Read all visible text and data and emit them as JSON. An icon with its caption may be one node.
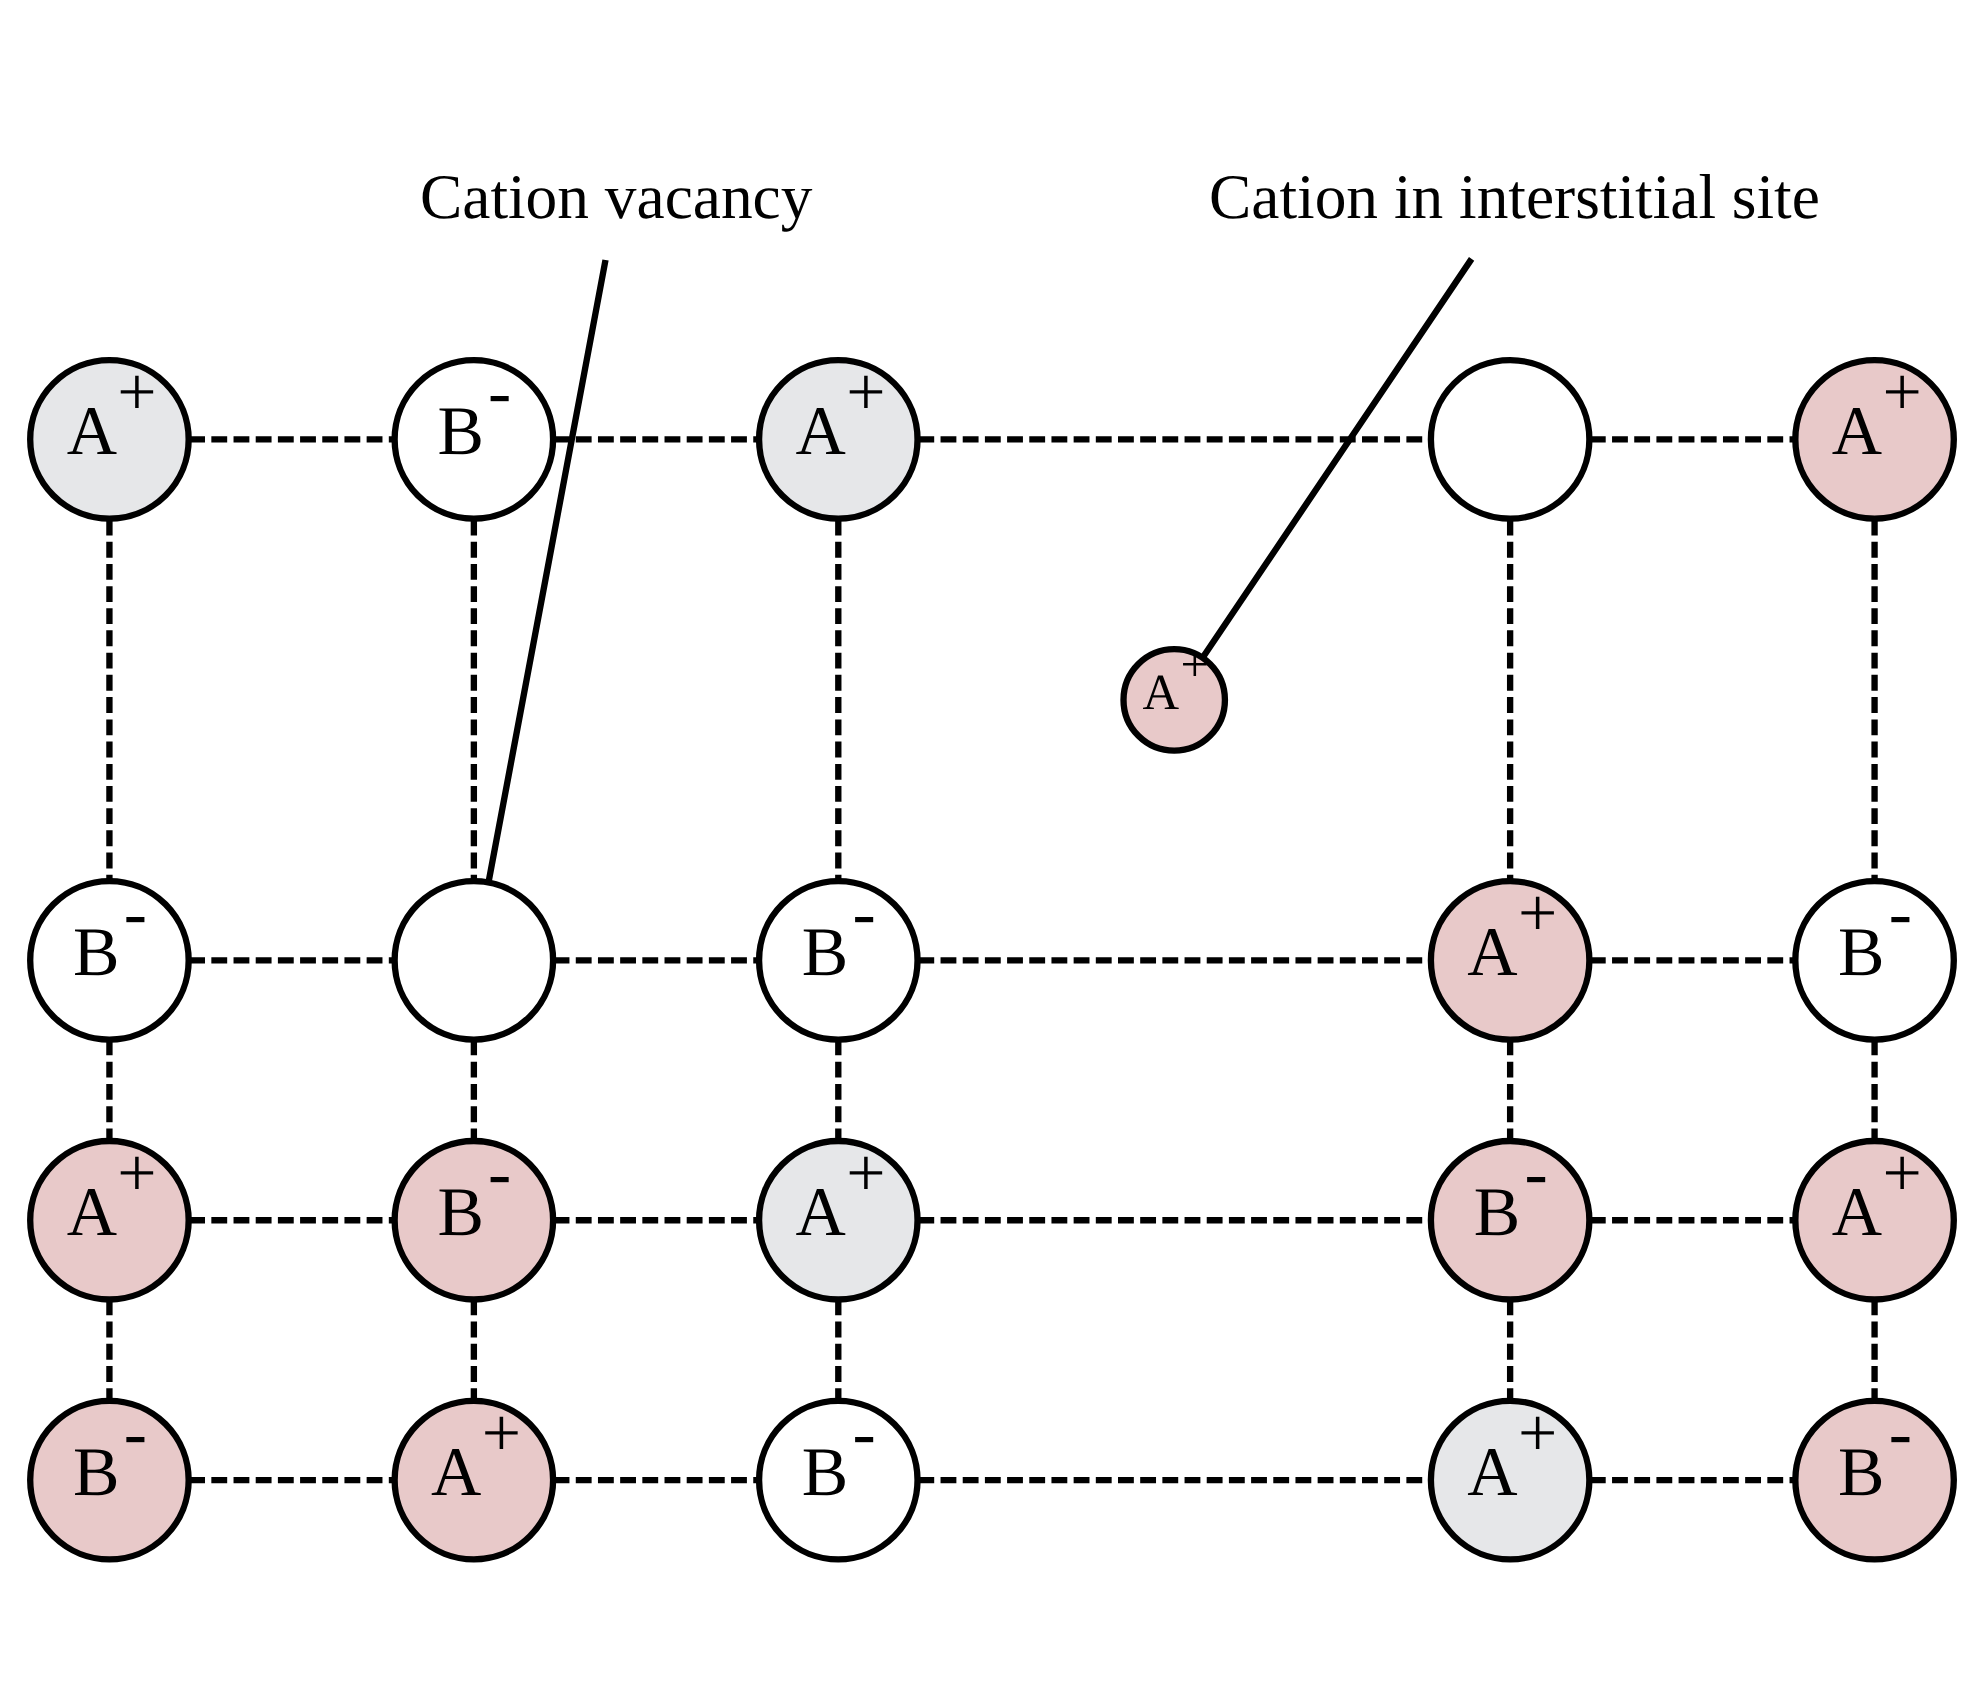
{
  "diagram": {
    "nodes": [
      {
        "text": [
          "Cation vacancy"
        ]
      },
      {
        "text": [
          "Cation in interstitial site"
        ]
      },
      {
        "text": [
          "A$^{+}$"
        ]
      },
      {
        "text": [
          "B$^{-}$"
        ]
      },
      {
        "text": [
          "A$^{+}$"
        ]
      },
      {
        "text": [],
        "shape": "circle"
      },
      {
        "text": [
          "A$^{+}$"
        ]
      },
      {
        "text": [
          "A$^{+}$"
        ]
      },
      {
        "text": [
          "B$^{-}$"
        ]
      },
      {
        "text": [],
        "shape": "circle"
      },
      {
        "text": [
          "B$^{-}$"
        ]
      },
      {
        "text": [
          "A$^{+}$"
        ]
      },
      {
        "text": [
          "B$^{-}$"
        ]
      },
      {
        "text": [
          "A$^{+}$"
        ]
      },
      {
        "text": [
          "B$^{-}$"
        ]
      },
      {
        "text": [
          "A$^{+}$"
        ]
      },
      {
        "text": [
          "B$^{-}$"
        ]
      },
      {
        "text": [
          "A$^{+}$"
        ]
      },
      {
        "text": [
          "B$^{-}$"
        ]
      },
      {
        "text": [
          "A$^{+}$"
        ]
      },
      {
        "text": [
          "B$^{-}$"
        ]
      },
      {
        "text": [
          "A$^{+}$"
        ]
      },
      {
        "text": [
          "B$^{-}$"
        ]
      }
    ],
    "edges": [
      {
        "from": 2,
        "to": 3,
        "arrow": "none",
        "style": "dashed"
      },
      {
        "from": 3,
        "to": 4,
        "arrow": "none",
        "style": "dashed"
      },
      {
        "from": 4,
        "to": 5,
        "arrow": "none",
        "style": "dashed"
      },
      {
        "from": 5,
        "to": 6,
        "arrow": "none",
        "style": "dashed"
      },
      {
        "from": 8,
        "to": 9,
        "arrow": "none",
        "style": "dashed"
      },
      {
        "from": 9,
        "to": 10,
        "arrow": "none",
        "style": "dashed"
      },
      {
        "from": 10,
        "to": 11,
        "arrow": "none",
        "style": "dashed"
      },
      {
        "from": 11,
        "to": 12,
        "arrow": "none",
        "style": "dashed"
      },
      {
        "from": 13,
        "to": 14,
        "arrow": "none",
        "style": "dashed"
      },
      {
        "from": 14,
        "to": 15,
        "arrow": "none",
        "style": "dashed"
      },
      {
        "from": 15,
        "to": 16,
        "arrow": "none",
        "style": "dashed"
      },
      {
        "from": 16,
        "to": 17,
        "arrow": "none",
        "style": "dashed"
      },
      {
        "from": 18,
        "to": 19,
        "arrow": "none",
        "style": "dashed"
      },
      {
        "from": 19,
        "to": 20,
        "arrow": "none",
        "style": "dashed"
      },
      {
        "from": 20,
        "to": 21,
        "arrow": "none",
        "style": "dashed"
      },
      {
        "from": 21,
        "to": 22,
        "arrow": "none",
        "style": "dashed"
      },
      {
        "from": 2,
        "to": 8,
        "arrow": "none",
        "style": "dashed"
      },
      {
        "from": 3,
        "to": 9,
        "arrow": "none",
        "style": "dashed"
      },
      {
        "from": 4,
        "to": 10,
        "arrow": "none",
        "style": "dashed"
      },
      {
        "from": 5,
        "to": 11,
        "arrow": "none",
        "style": "dashed"
      },
      {
        "from": 6,
        "to": 12,
        "arrow": "none",
        "style": "dashed"
      },
      {
        "from": 8,
        "to": 13,
        "arrow": "none",
        "style": "dashed"
      },
      {
        "from": 9,
        "to": 14,
        "arrow": "none",
        "style": "dashed"
      },
      {
        "from": 10,
        "to": 15,
        "arrow": "none",
        "style": "dashed"
      },
      {
        "from": 11,
        "to": 16,
        "arrow": "none",
        "style": "dashed"
      },
      {
        "from": 12,
        "to": 17,
        "arrow": "none",
        "style": "dashed"
      },
      {
        "from": 13,
        "to": 18,
        "arrow": "none",
        "style": "dashed"
      },
      {
        "from": 14,
        "to": 19,
        "arrow": "none",
        "style": "dashed"
      },
      {
        "from": 15,
        "to": 20,
        "arrow": "none",
        "style": "dashed"
      },
      {
        "from": 16,
        "to": 21,
        "arrow": "none",
        "style": "dashed"
      },
      {
        "from": 17,
        "to": 22,
        "arrow": "none",
        "style": "dashed"
      },
      {
        "from": 0,
        "to": 9,
        "arrow": "none"
      },
      {
        "from": 1,
        "to": 7,
        "arrow": "none"
      }
    ]
  }
}
